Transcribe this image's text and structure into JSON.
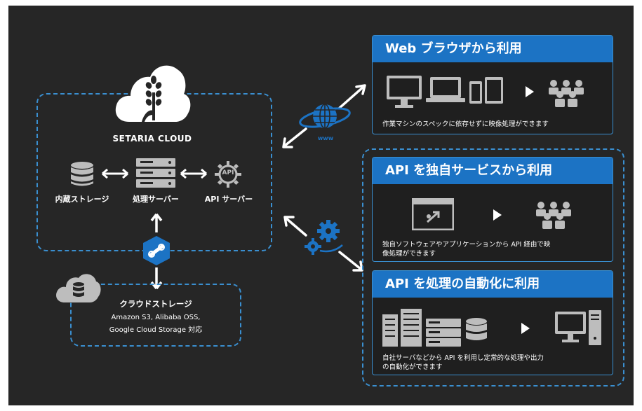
{
  "setaria": {
    "title": "SETARIA CLOUD"
  },
  "servers": {
    "storage_label": "内蔵ストレージ",
    "processing_label": "処理サーバー",
    "api_label": "API サーバー",
    "api_badge": "API"
  },
  "globe_caption": "www",
  "cloud_storage": {
    "title": "クラウドストレージ",
    "line1": "Amazon S3, Alibaba OSS,",
    "line2": "Google Cloud Storage 対応"
  },
  "panels": [
    {
      "title": "Web ブラウザから利用",
      "desc1": "作業マシンのスペックに依存せずに映像処理ができます",
      "desc2": ""
    },
    {
      "title": "API を独自サービスから利用",
      "desc1": "独自ソフトウェアやアプリケーションから API 経由で映",
      "desc2": "像処理ができます"
    },
    {
      "title": "API を処理の自動化に利用",
      "desc1": "自社サーバなどから API を利用し定常的な処理や出力",
      "desc2": "の自動化ができます"
    }
  ],
  "colors": {
    "background": "#262626",
    "accent": "#1c73c4",
    "dash": "#3a8fd0"
  }
}
